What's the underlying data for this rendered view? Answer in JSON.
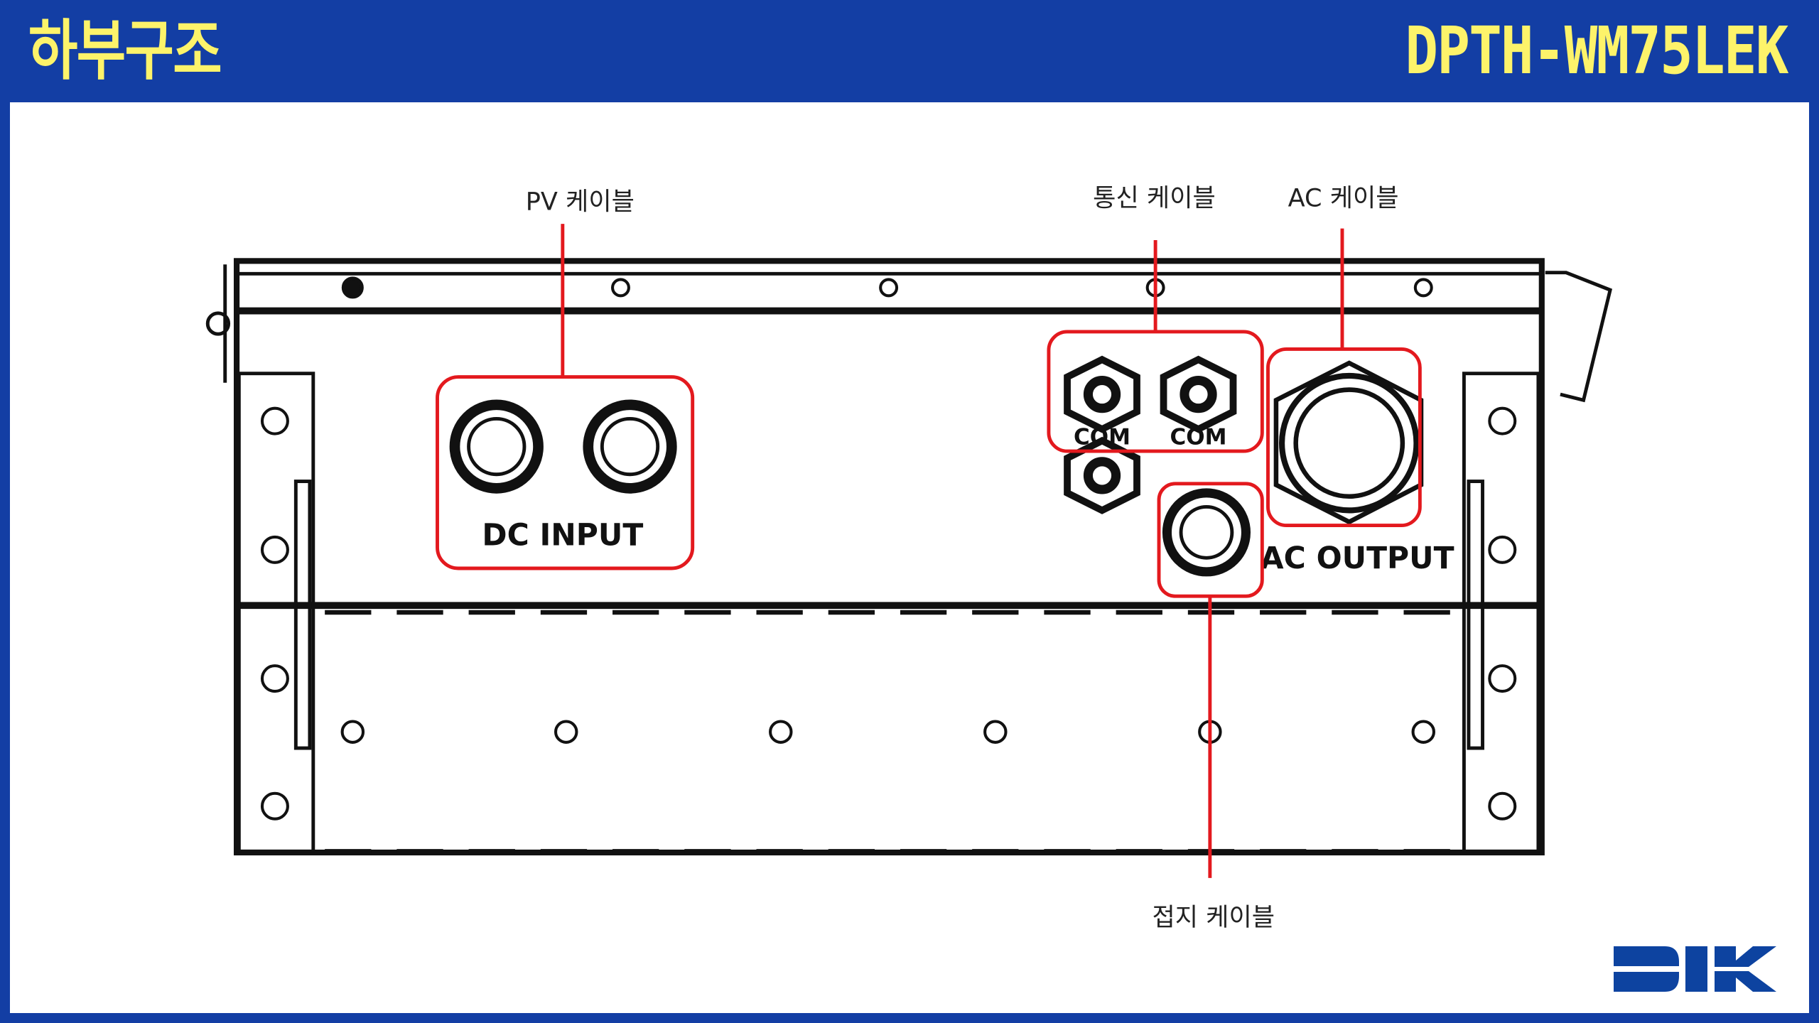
{
  "header": {
    "title": "하부구조",
    "model": "DPTH-WM75LEK"
  },
  "callouts": {
    "pv_cable": "PV 케이블",
    "comm_cable": "통신 케이블",
    "ac_cable": "AC 케이블",
    "ground_cable": "접지 케이블"
  },
  "drawing_labels": {
    "dc_input": "DC INPUT",
    "com1": "COM",
    "com2": "COM",
    "ac_output": "AC OUTPUT"
  },
  "logo": {
    "text": "DIK"
  },
  "colors": {
    "brand_blue": "#133ea4",
    "title_yellow": "#fdf36a",
    "highlight_red": "#e3191e",
    "logo_blue": "#0d43a0"
  }
}
